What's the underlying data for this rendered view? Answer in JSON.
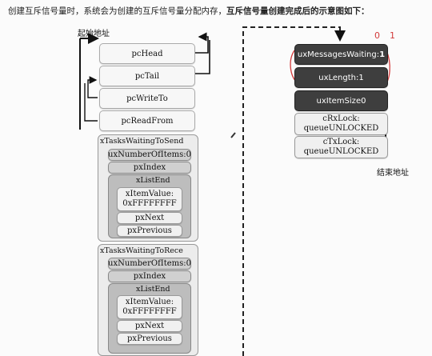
{
  "caption": {
    "prefix": "创建互斥信号量时，系统会为创建的互斥信号量分配内存，",
    "bold": "互斥信号量创建完成后的示意图如下："
  },
  "labels": {
    "start_address": "起始地址",
    "end_address": "结束地址"
  },
  "handwriting": {
    "zero": "0",
    "one": "1"
  },
  "queue_fields": [
    "pcHead",
    "pcTail",
    "pcWriteTo",
    "pcReadFrom"
  ],
  "send_list": {
    "title": "xTasksWaitingToSend",
    "items_count": "uxNumberOfItems:0",
    "index": "pxIndex",
    "list_end": "xListEnd",
    "item_value_line1": "xItemValue:",
    "item_value_line2": "0xFFFFFFFF",
    "next": "pxNext",
    "previous": "pxPrevious"
  },
  "receive_list": {
    "title": "xTasksWaitingToRece",
    "items_count": "uxNumberOfItems:0",
    "index": "pxIndex",
    "list_end": "xListEnd",
    "item_value_line1": "xItemValue:",
    "item_value_line2": "0xFFFFFFFF",
    "next": "pxNext",
    "previous": "pxPrevious"
  },
  "right_fields": {
    "messages_waiting": "uxMessagesWaiting:",
    "messages_waiting_value": "1",
    "length": "uxLength:1",
    "item_size": "uxItemSiz",
    "item_size_value": "e0",
    "rx_lock_line1": "cRxLock:",
    "rx_lock_line2": "queueUNLOCKED",
    "tx_lock_line1": "cTxLock:",
    "tx_lock_line2": "queueUNLOCKED"
  },
  "colors": {
    "dark_field": "#3e3e3e",
    "gray_field": "#d0d0d0",
    "annotation_red": "#d23a3a",
    "dashed_line": "#222222"
  }
}
